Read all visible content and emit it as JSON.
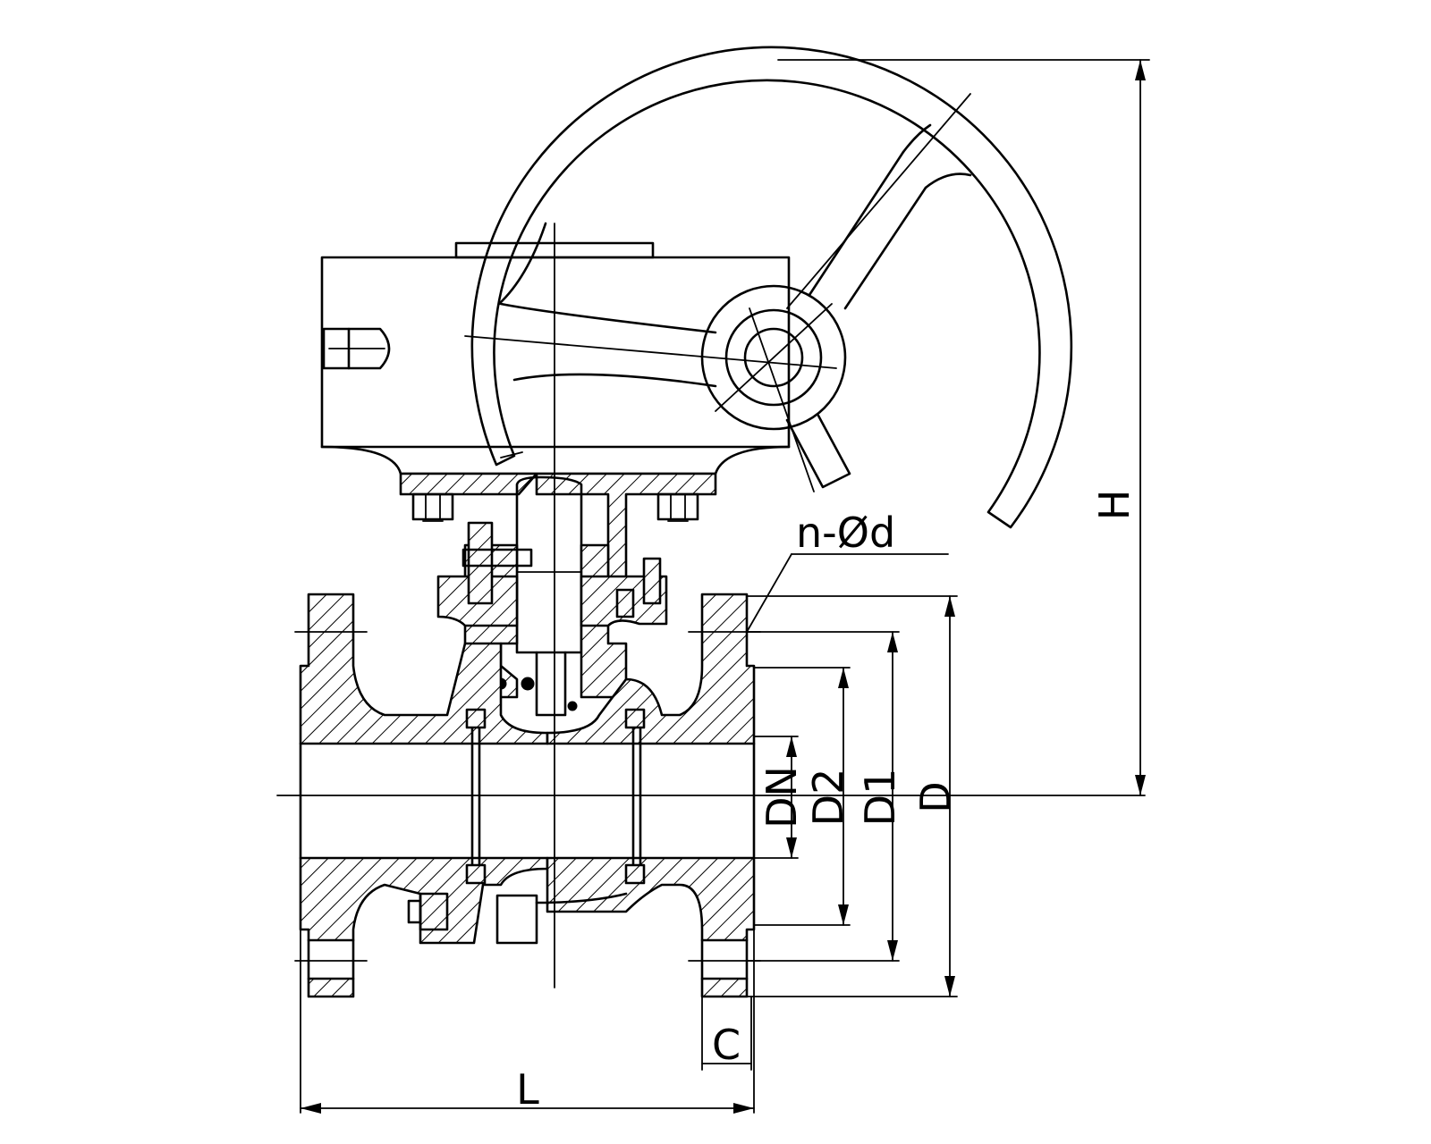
{
  "labels": {
    "H": "H",
    "n_od": "n-Ød",
    "DN": "DN",
    "D2": "D2",
    "D1": "D1",
    "D": "D",
    "C": "C",
    "L": "L"
  },
  "colors": {
    "line": "#000000",
    "background": "#ffffff"
  }
}
